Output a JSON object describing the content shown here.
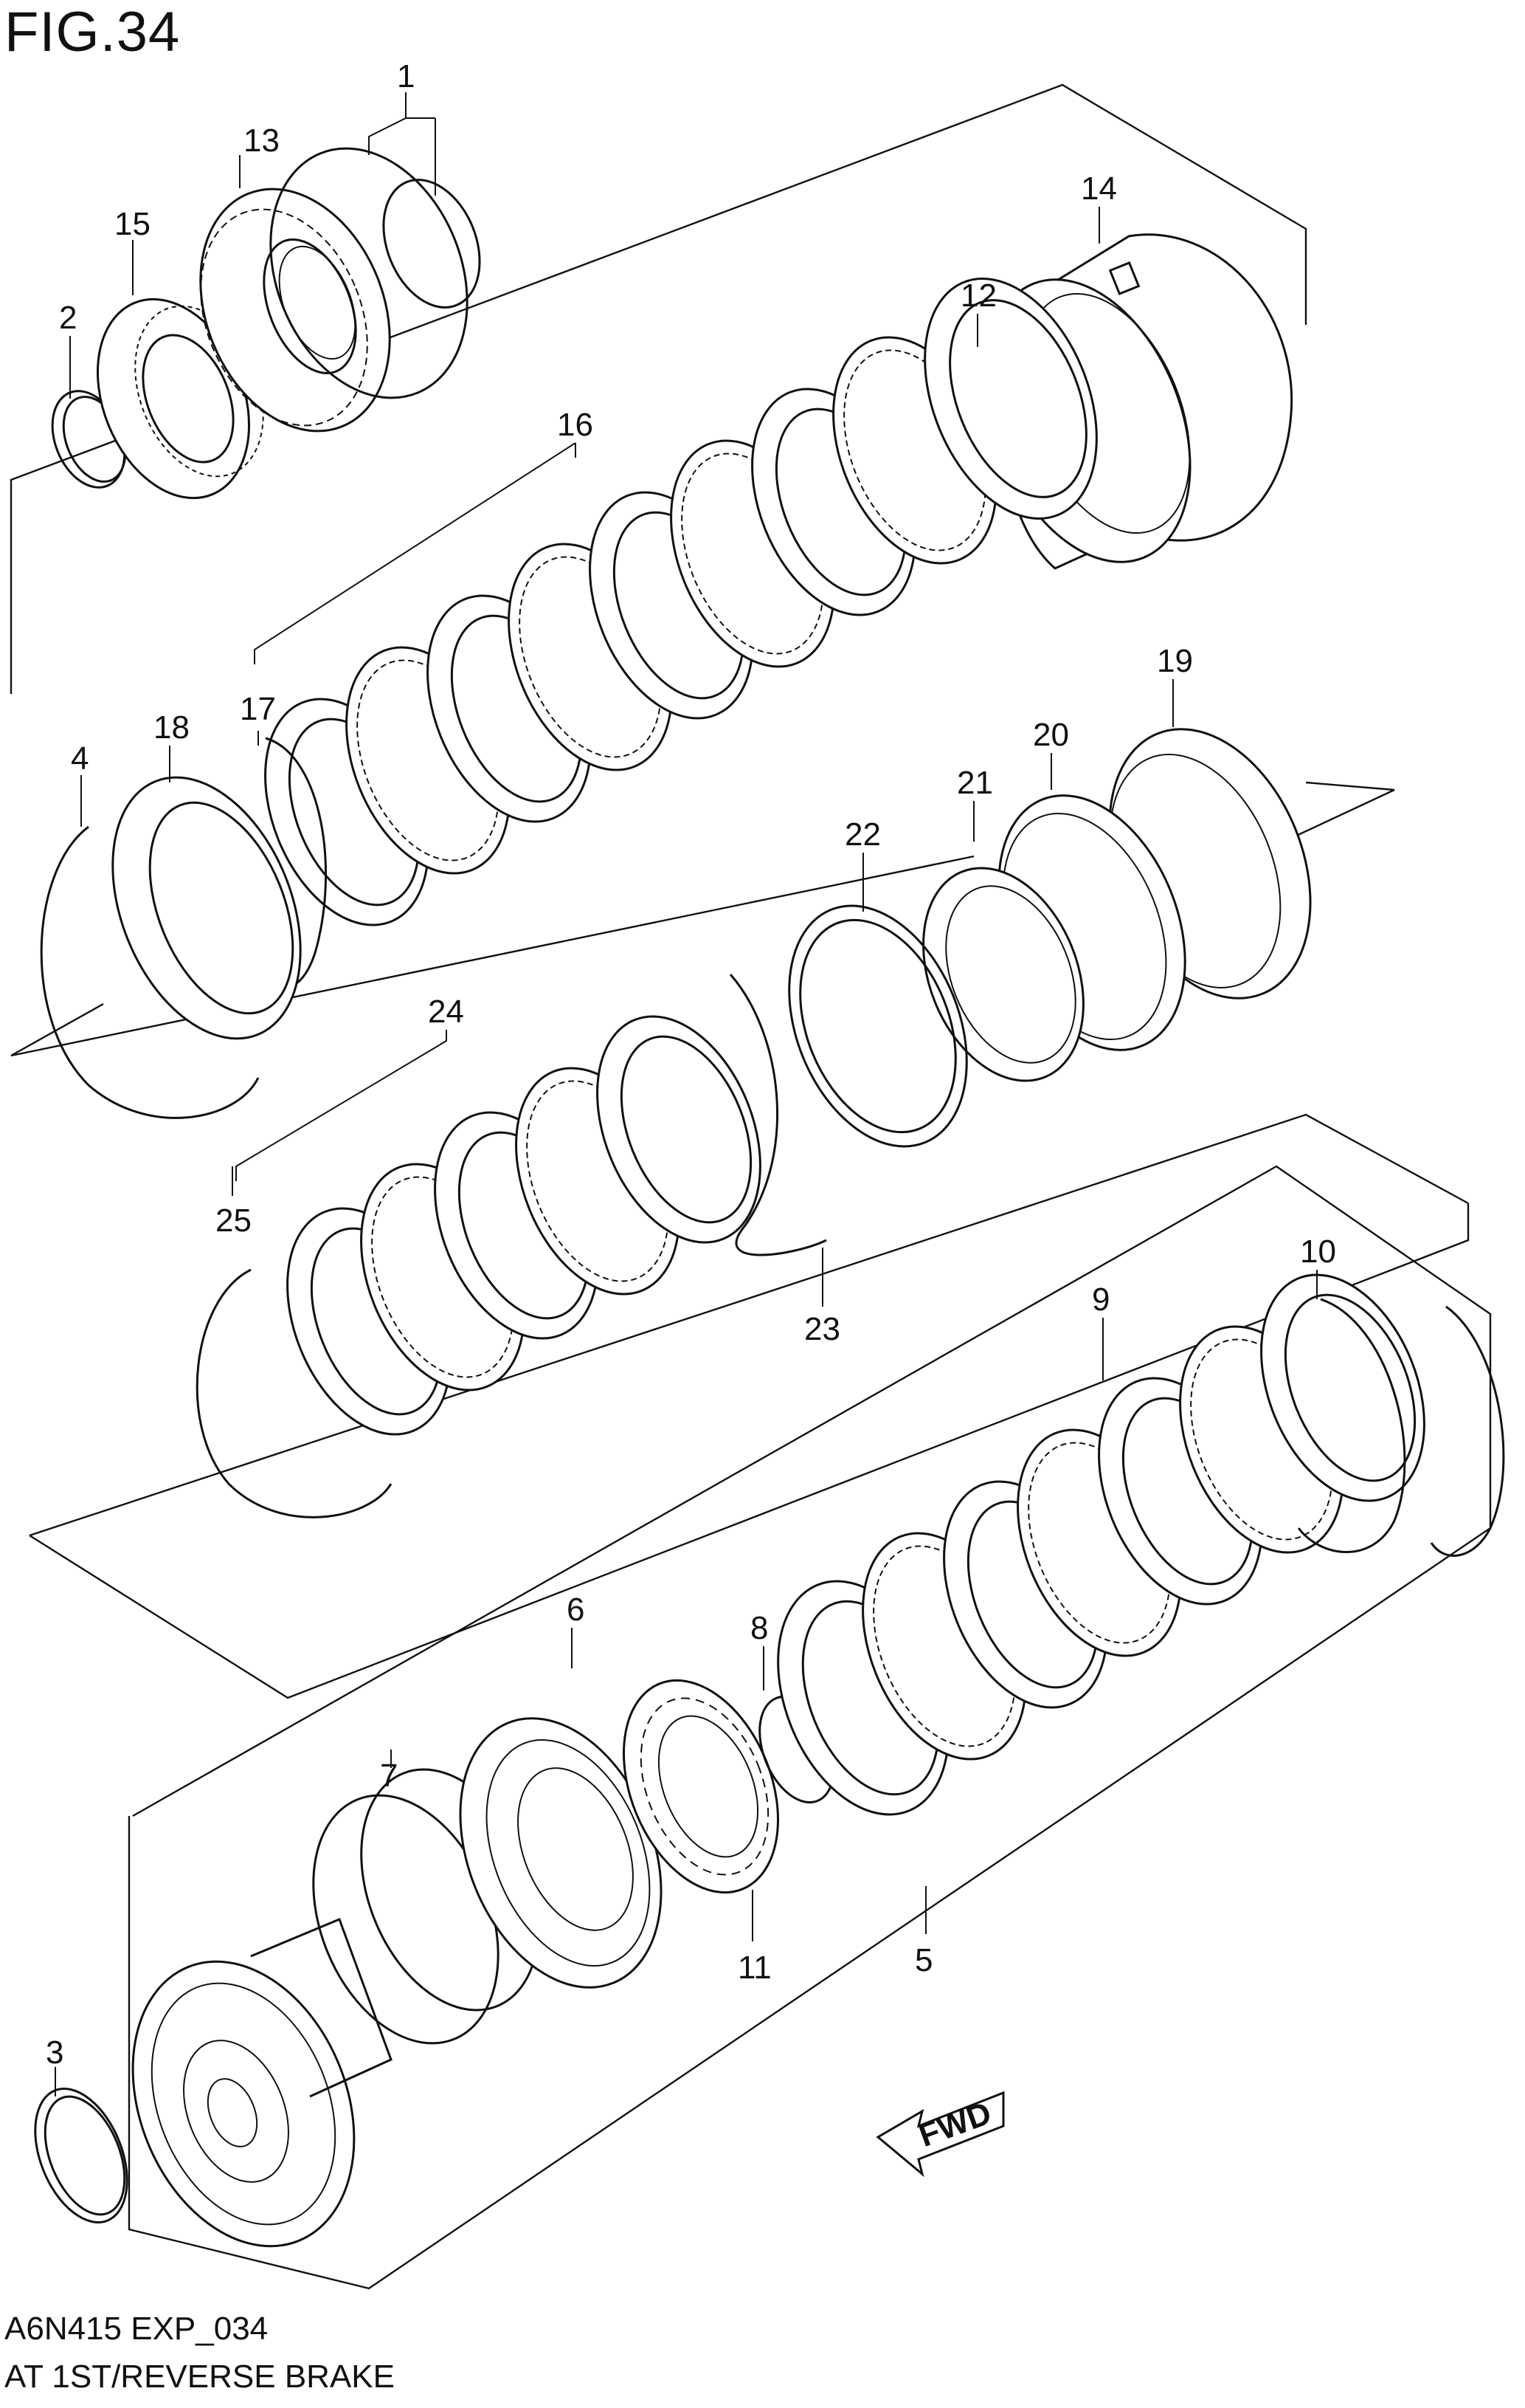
{
  "figure": {
    "title": "FIG.34",
    "code": "A6N415 EXP_034",
    "name": "AT 1ST/REVERSE BRAKE"
  },
  "fwd_label": "FWD",
  "callouts": [
    "1",
    "2",
    "3",
    "4",
    "5",
    "6",
    "7",
    "8",
    "9",
    "10",
    "11",
    "12",
    "13",
    "14",
    "15",
    "16",
    "17",
    "18",
    "19",
    "20",
    "21",
    "22",
    "23",
    "24",
    "25"
  ]
}
